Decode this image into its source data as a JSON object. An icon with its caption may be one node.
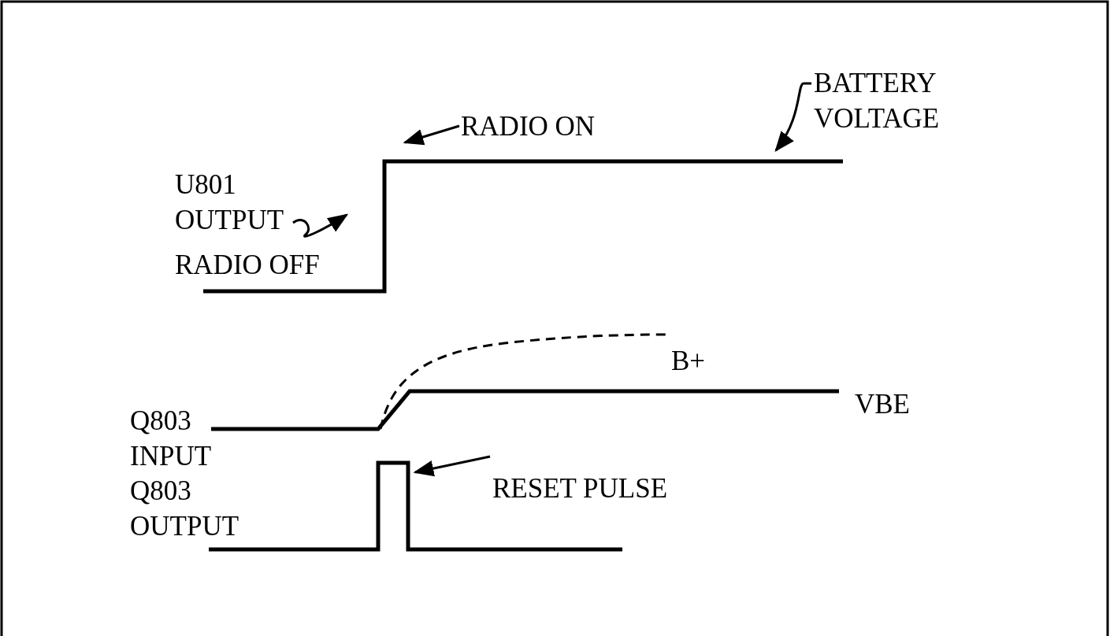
{
  "diagram": {
    "nodes": [
      {
        "text": [
          "RADIO ON"
        ]
      },
      {
        "text": [
          "BATTERY VOLTAGE"
        ]
      },
      {
        "text": [
          "U801 OUTPUT"
        ]
      },
      {
        "text": [],
        "shape": "line"
      },
      {
        "text": [
          "RESET PULSE"
        ]
      },
      {
        "text": [],
        "shape": "line"
      }
    ],
    "edges": [
      {
        "from": 0,
        "to": 3,
        "arrow": "to"
      },
      {
        "from": 1,
        "to": 3,
        "arrow": "to"
      },
      {
        "from": 2,
        "to": 3,
        "arrow": "to"
      },
      {
        "from": 4,
        "to": 5,
        "arrow": "to"
      }
    ],
    "labels": [
      "RADIO OFF",
      "B+",
      "Q803 INPUT",
      "VBE",
      "Q803 OUTPUT"
    ]
  }
}
